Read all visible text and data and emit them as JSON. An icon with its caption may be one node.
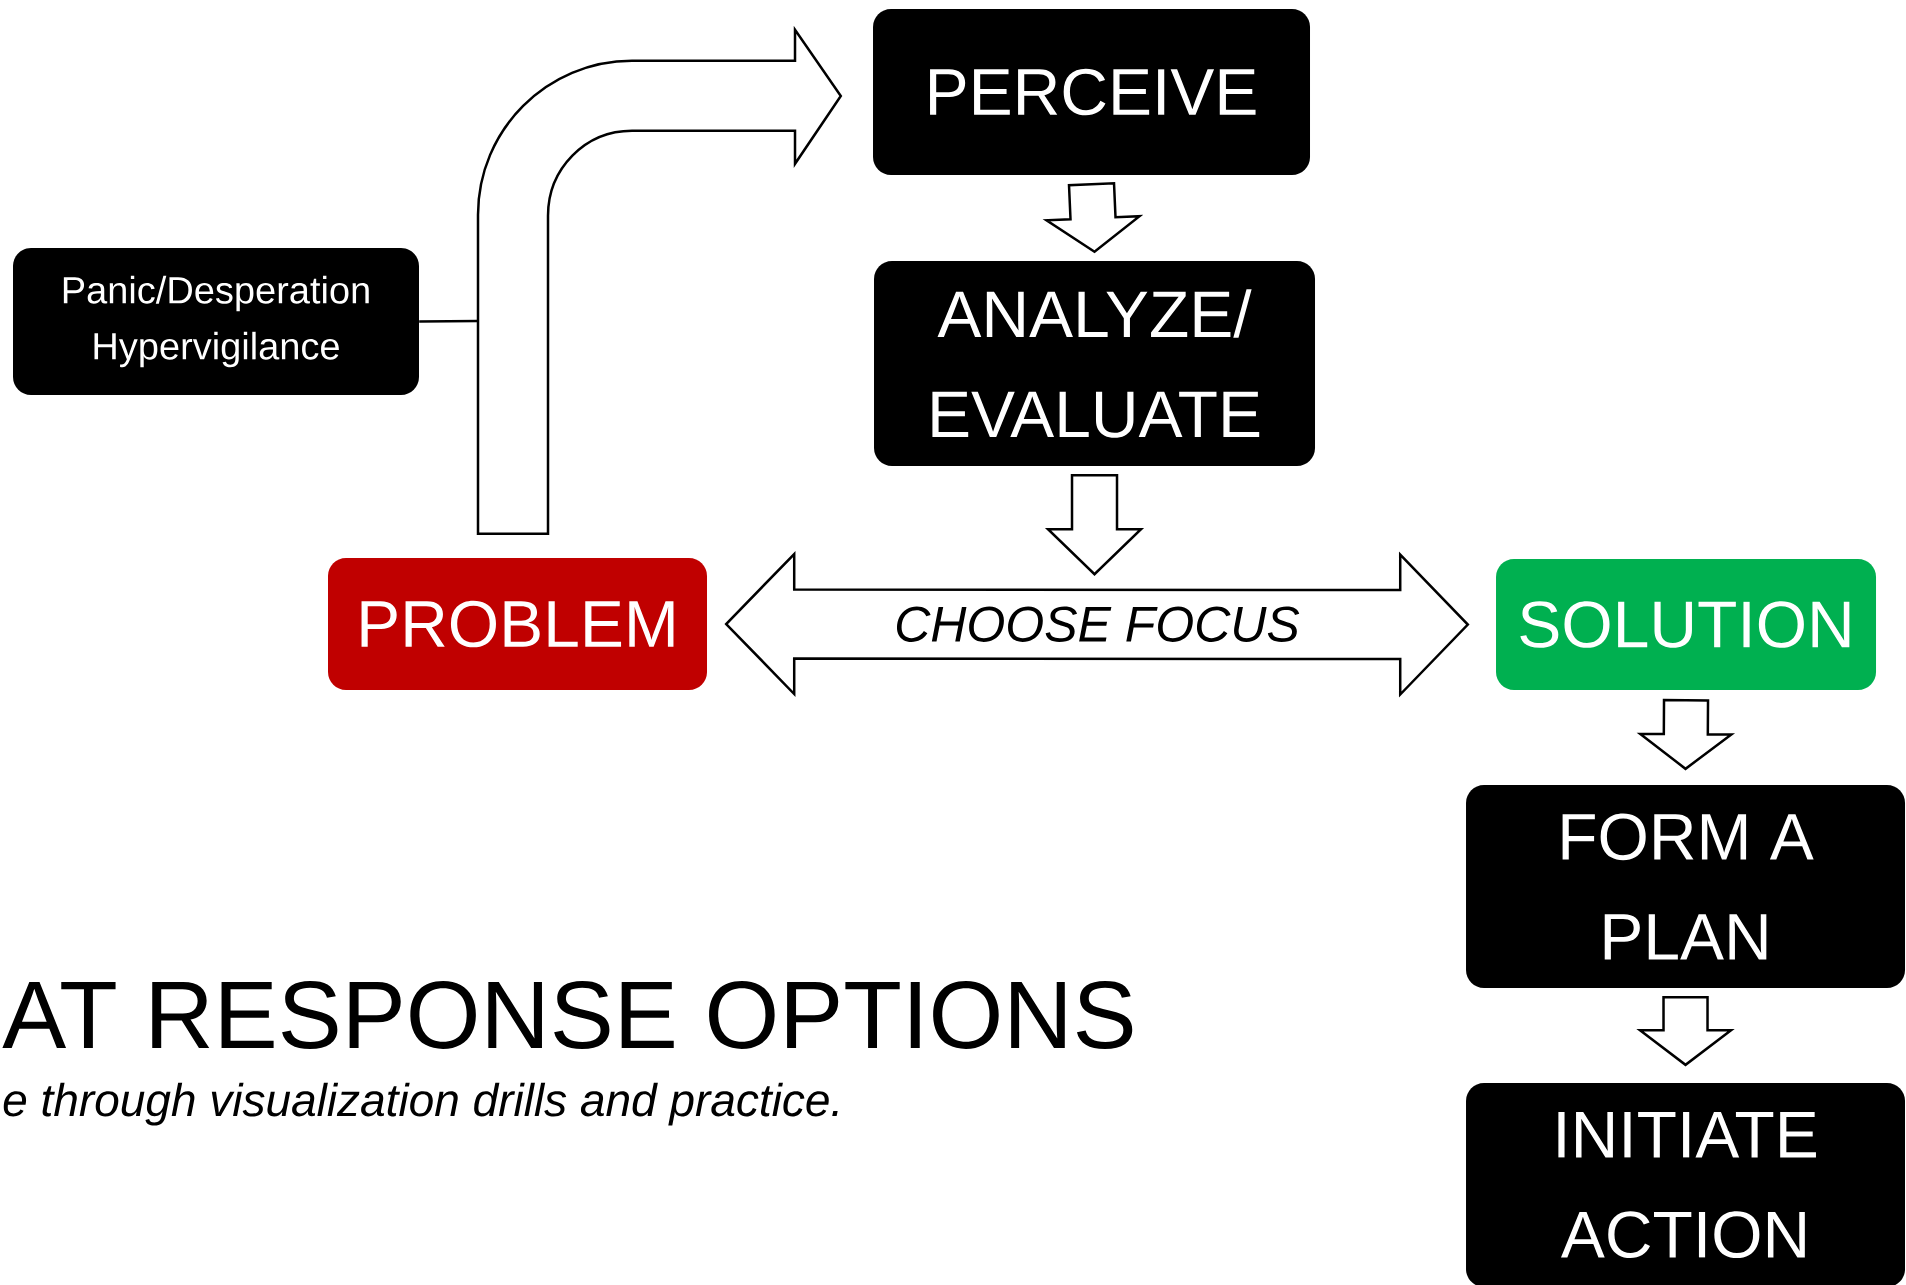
{
  "diagram": {
    "nodes": [
      {
        "text": [
          "PERCEIVE"
        ]
      },
      {
        "text": [
          "Panic/Desperation Hypervigilance"
        ]
      },
      {
        "text": [
          "ANALYZE/ EVALUATE"
        ]
      },
      {
        "text": [
          "PROBLEM"
        ]
      },
      {
        "text": [
          "SOLUTION"
        ]
      },
      {
        "text": [
          "FORM A PLAN"
        ]
      },
      {
        "text": [
          "INITIATE ACTION"
        ]
      }
    ],
    "edges": [
      {
        "from": 3,
        "to": 0,
        "arrow": "to"
      },
      {
        "from": 1,
        "to": null,
        "arrow": "none"
      },
      {
        "from": 0,
        "to": 2,
        "arrow": "to"
      },
      {
        "from": 2,
        "to": null,
        "arrow": "to"
      },
      {
        "from": 3,
        "to": 4,
        "arrow": "both",
        "label": "CHOOSE FOCUS"
      },
      {
        "from": 4,
        "to": 5,
        "arrow": "to"
      },
      {
        "from": 5,
        "to": 6,
        "arrow": "to"
      }
    ],
    "labels": [
      "AT RESPONSE OPTIONS",
      "e through visualization drills and practice."
    ]
  }
}
